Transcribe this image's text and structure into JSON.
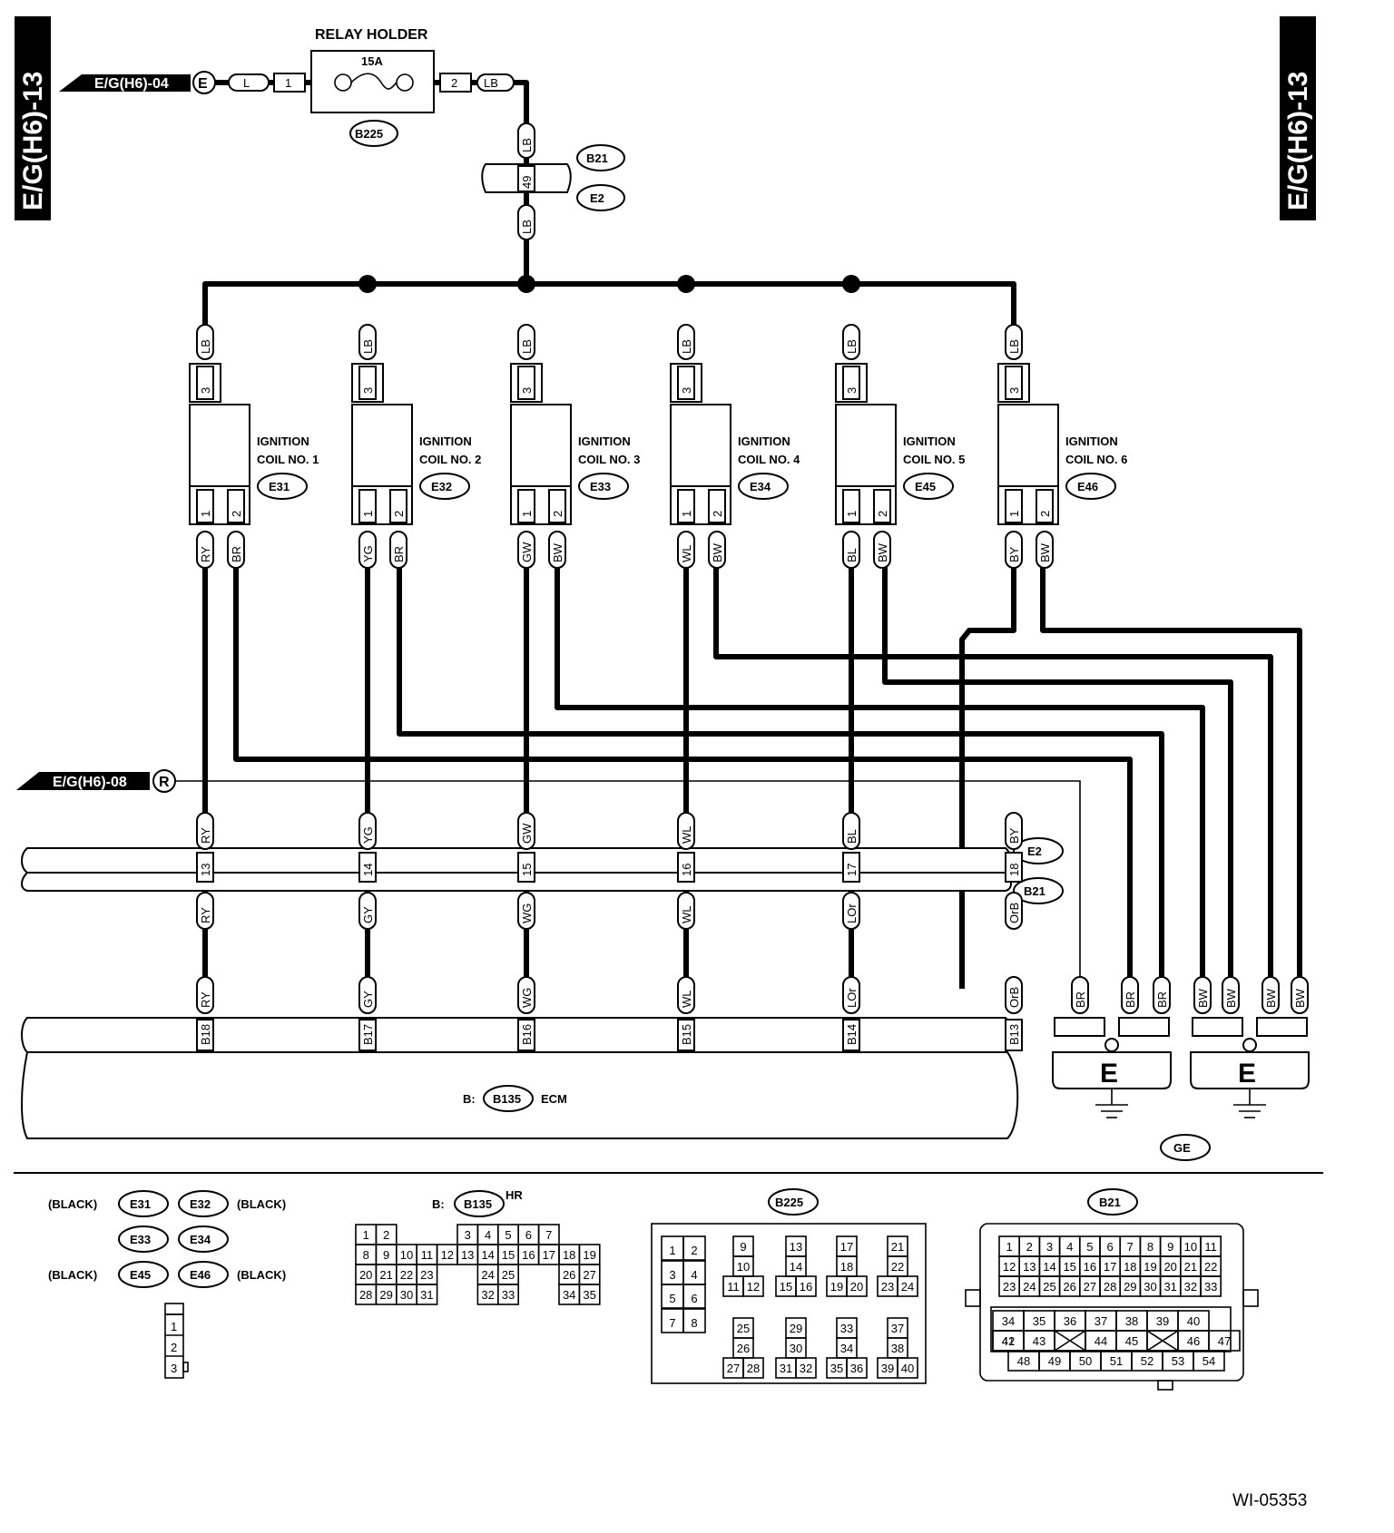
{
  "side_tab": {
    "left": "E/G(H6)-13",
    "right": "E/G(H6)-13"
  },
  "figure_id": "WI-05353",
  "colors": {
    "ink": "#000000",
    "paper": "#ffffff"
  },
  "relay": {
    "title": "RELAY HOLDER",
    "fuse": "15A",
    "code": "B225",
    "in_ref": "E/G(H6)-04",
    "in_mark": "E",
    "in_wire": "L",
    "in_pin": "1",
    "out_pin": "2",
    "out_wire": "LB"
  },
  "top_junction": {
    "wire_top": "LB",
    "pin": "49",
    "wire_bottom": "LB",
    "conn_top": "B21",
    "conn_bottom": "E2"
  },
  "coils": [
    {
      "label1": "IGNITION",
      "label2": "COIL NO. 1",
      "code": "E31",
      "in_wire": "LB",
      "in_pin": "3",
      "pin1": "1",
      "pin2": "2",
      "wire1": "RY",
      "wire2": "BR"
    },
    {
      "label1": "IGNITION",
      "label2": "COIL NO. 2",
      "code": "E32",
      "in_wire": "LB",
      "in_pin": "3",
      "pin1": "1",
      "pin2": "2",
      "wire1": "YG",
      "wire2": "BR"
    },
    {
      "label1": "IGNITION",
      "label2": "COIL NO. 3",
      "code": "E33",
      "in_wire": "LB",
      "in_pin": "3",
      "pin1": "1",
      "pin2": "2",
      "wire1": "GW",
      "wire2": "BW"
    },
    {
      "label1": "IGNITION",
      "label2": "COIL NO. 4",
      "code": "E34",
      "in_wire": "LB",
      "in_pin": "3",
      "pin1": "1",
      "pin2": "2",
      "wire1": "WL",
      "wire2": "BW"
    },
    {
      "label1": "IGNITION",
      "label2": "COIL NO. 5",
      "code": "E45",
      "in_wire": "LB",
      "in_pin": "3",
      "pin1": "1",
      "pin2": "2",
      "wire1": "BL",
      "wire2": "BW"
    },
    {
      "label1": "IGNITION",
      "label2": "COIL NO. 6",
      "code": "E46",
      "in_wire": "LB",
      "in_pin": "3",
      "pin1": "1",
      "pin2": "2",
      "wire1": "BY",
      "wire2": "BW"
    }
  ],
  "shield_ref": {
    "ref": "E/G(H6)-08",
    "mark": "R"
  },
  "mid_connector": {
    "top": "E2",
    "bottom": "B21",
    "cols": [
      {
        "upper": "RY",
        "pin": "13",
        "lower": "RY"
      },
      {
        "upper": "YG",
        "pin": "14",
        "lower": "GY"
      },
      {
        "upper": "GW",
        "pin": "15",
        "lower": "WG"
      },
      {
        "upper": "WL",
        "pin": "16",
        "lower": "WL"
      },
      {
        "upper": "BL",
        "pin": "17",
        "lower": "LOr"
      },
      {
        "upper": "BY",
        "pin": "18",
        "lower": "OrB"
      }
    ]
  },
  "ecm": {
    "prefix": "B:",
    "code": "B135",
    "name": "ECM",
    "cols": [
      {
        "wire": "RY",
        "pin": "B18"
      },
      {
        "wire": "GY",
        "pin": "B17"
      },
      {
        "wire": "WG",
        "pin": "B16"
      },
      {
        "wire": "WL",
        "pin": "B15"
      },
      {
        "wire": "LOr",
        "pin": "B14"
      },
      {
        "wire": "OrB",
        "pin": "B13"
      }
    ]
  },
  "grounds": {
    "left_wires": [
      "BR",
      "BR",
      "BR"
    ],
    "right_wires": [
      "BW",
      "BW",
      "BW",
      "BW"
    ],
    "left_mark": "E",
    "right_mark": "E",
    "code": "GE"
  },
  "legend": {
    "black": "(BLACK)",
    "coils": [
      "E31",
      "E32",
      "E33",
      "E34",
      "E45",
      "E46"
    ],
    "coil_pins": [
      "1",
      "2",
      "3"
    ],
    "b135_prefix": "B:",
    "b135_code": "B135",
    "b135_suffix": "HR",
    "b135_rows": [
      [
        "1",
        "2",
        "",
        "3",
        "4",
        "5",
        "6",
        "7"
      ],
      [
        "8",
        "9",
        "10",
        "11",
        "12",
        "13",
        "14",
        "15",
        "16",
        "17",
        "18",
        "19"
      ],
      [
        "20",
        "21",
        "22",
        "23",
        "",
        "",
        "24",
        "25",
        "",
        "26",
        "27"
      ],
      [
        "28",
        "29",
        "30",
        "31",
        "",
        "",
        "32",
        "33",
        "",
        "34",
        "35"
      ]
    ],
    "b225_code": "B225",
    "b225_pins": [
      "1",
      "2",
      "3",
      "4",
      "5",
      "6",
      "7",
      "8",
      "9",
      "10",
      "11",
      "12",
      "13",
      "14",
      "15",
      "16",
      "17",
      "18",
      "19",
      "20",
      "21",
      "22",
      "23",
      "24",
      "25",
      "26",
      "27",
      "28",
      "29",
      "30",
      "31",
      "32",
      "33",
      "34",
      "35",
      "36",
      "37",
      "38",
      "39",
      "40"
    ],
    "b21_code": "B21",
    "b21_pins": [
      "1",
      "2",
      "3",
      "4",
      "5",
      "6",
      "7",
      "8",
      "9",
      "10",
      "11",
      "12",
      "13",
      "14",
      "15",
      "16",
      "17",
      "18",
      "19",
      "20",
      "21",
      "22",
      "23",
      "24",
      "25",
      "26",
      "27",
      "28",
      "29",
      "30",
      "31",
      "32",
      "33",
      "34",
      "35",
      "36",
      "37",
      "38",
      "39",
      "40",
      "41",
      "42",
      "43",
      "44",
      "45",
      "46",
      "47",
      "48",
      "49",
      "50",
      "51",
      "52",
      "53",
      "54"
    ]
  }
}
